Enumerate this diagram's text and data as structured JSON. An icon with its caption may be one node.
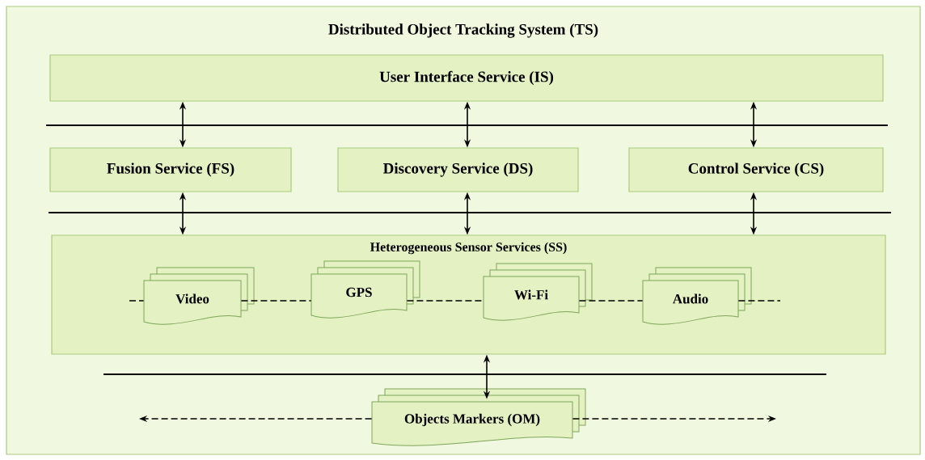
{
  "diagram": {
    "nodes": [
      {
        "text": [
          "Distributed Object Tracking System (TS)"
        ]
      },
      {
        "text": [
          "User Interface Service (IS)"
        ],
        "in": 0
      },
      {
        "text": [
          "Fusion Service (FS)"
        ],
        "in": 0
      },
      {
        "text": [
          "Discovery Service (DS)"
        ],
        "in": 0
      },
      {
        "text": [
          "Control Service (CS)"
        ],
        "in": 0
      },
      {
        "text": [
          "Heterogeneous Sensor Services (SS)"
        ],
        "in": 0
      },
      {
        "text": [
          "Video"
        ],
        "in": 5
      },
      {
        "text": [
          "GPS"
        ],
        "in": 5
      },
      {
        "text": [
          "Wi-Fi"
        ],
        "in": 5
      },
      {
        "text": [
          "Audio"
        ],
        "in": 5
      },
      {
        "text": [
          "Objects Markers (OM)"
        ],
        "in": 0
      }
    ],
    "edges": [
      {
        "from": 1,
        "to": 2,
        "arrow": "both"
      },
      {
        "from": 1,
        "to": 3,
        "arrow": "both"
      },
      {
        "from": 1,
        "to": 4,
        "arrow": "both"
      },
      {
        "from": 2,
        "to": 5,
        "arrow": "both"
      },
      {
        "from": 3,
        "to": 5,
        "arrow": "both"
      },
      {
        "from": 4,
        "to": 5,
        "arrow": "both"
      },
      {
        "from": 5,
        "to": 10,
        "arrow": "both"
      },
      {
        "from": null,
        "to": 6,
        "arrow": "none",
        "style": "dashed"
      },
      {
        "from": 6,
        "to": 7,
        "arrow": "none",
        "style": "dashed"
      },
      {
        "from": 7,
        "to": 8,
        "arrow": "none",
        "style": "dashed"
      },
      {
        "from": 8,
        "to": 9,
        "arrow": "none",
        "style": "dashed"
      },
      {
        "from": 9,
        "to": null,
        "arrow": "none",
        "style": "dashed"
      },
      {
        "from": 10,
        "to": null,
        "arrow": "to",
        "style": "dashed"
      },
      {
        "from": 10,
        "to": null,
        "arrow": "to",
        "style": "dashed"
      }
    ]
  }
}
